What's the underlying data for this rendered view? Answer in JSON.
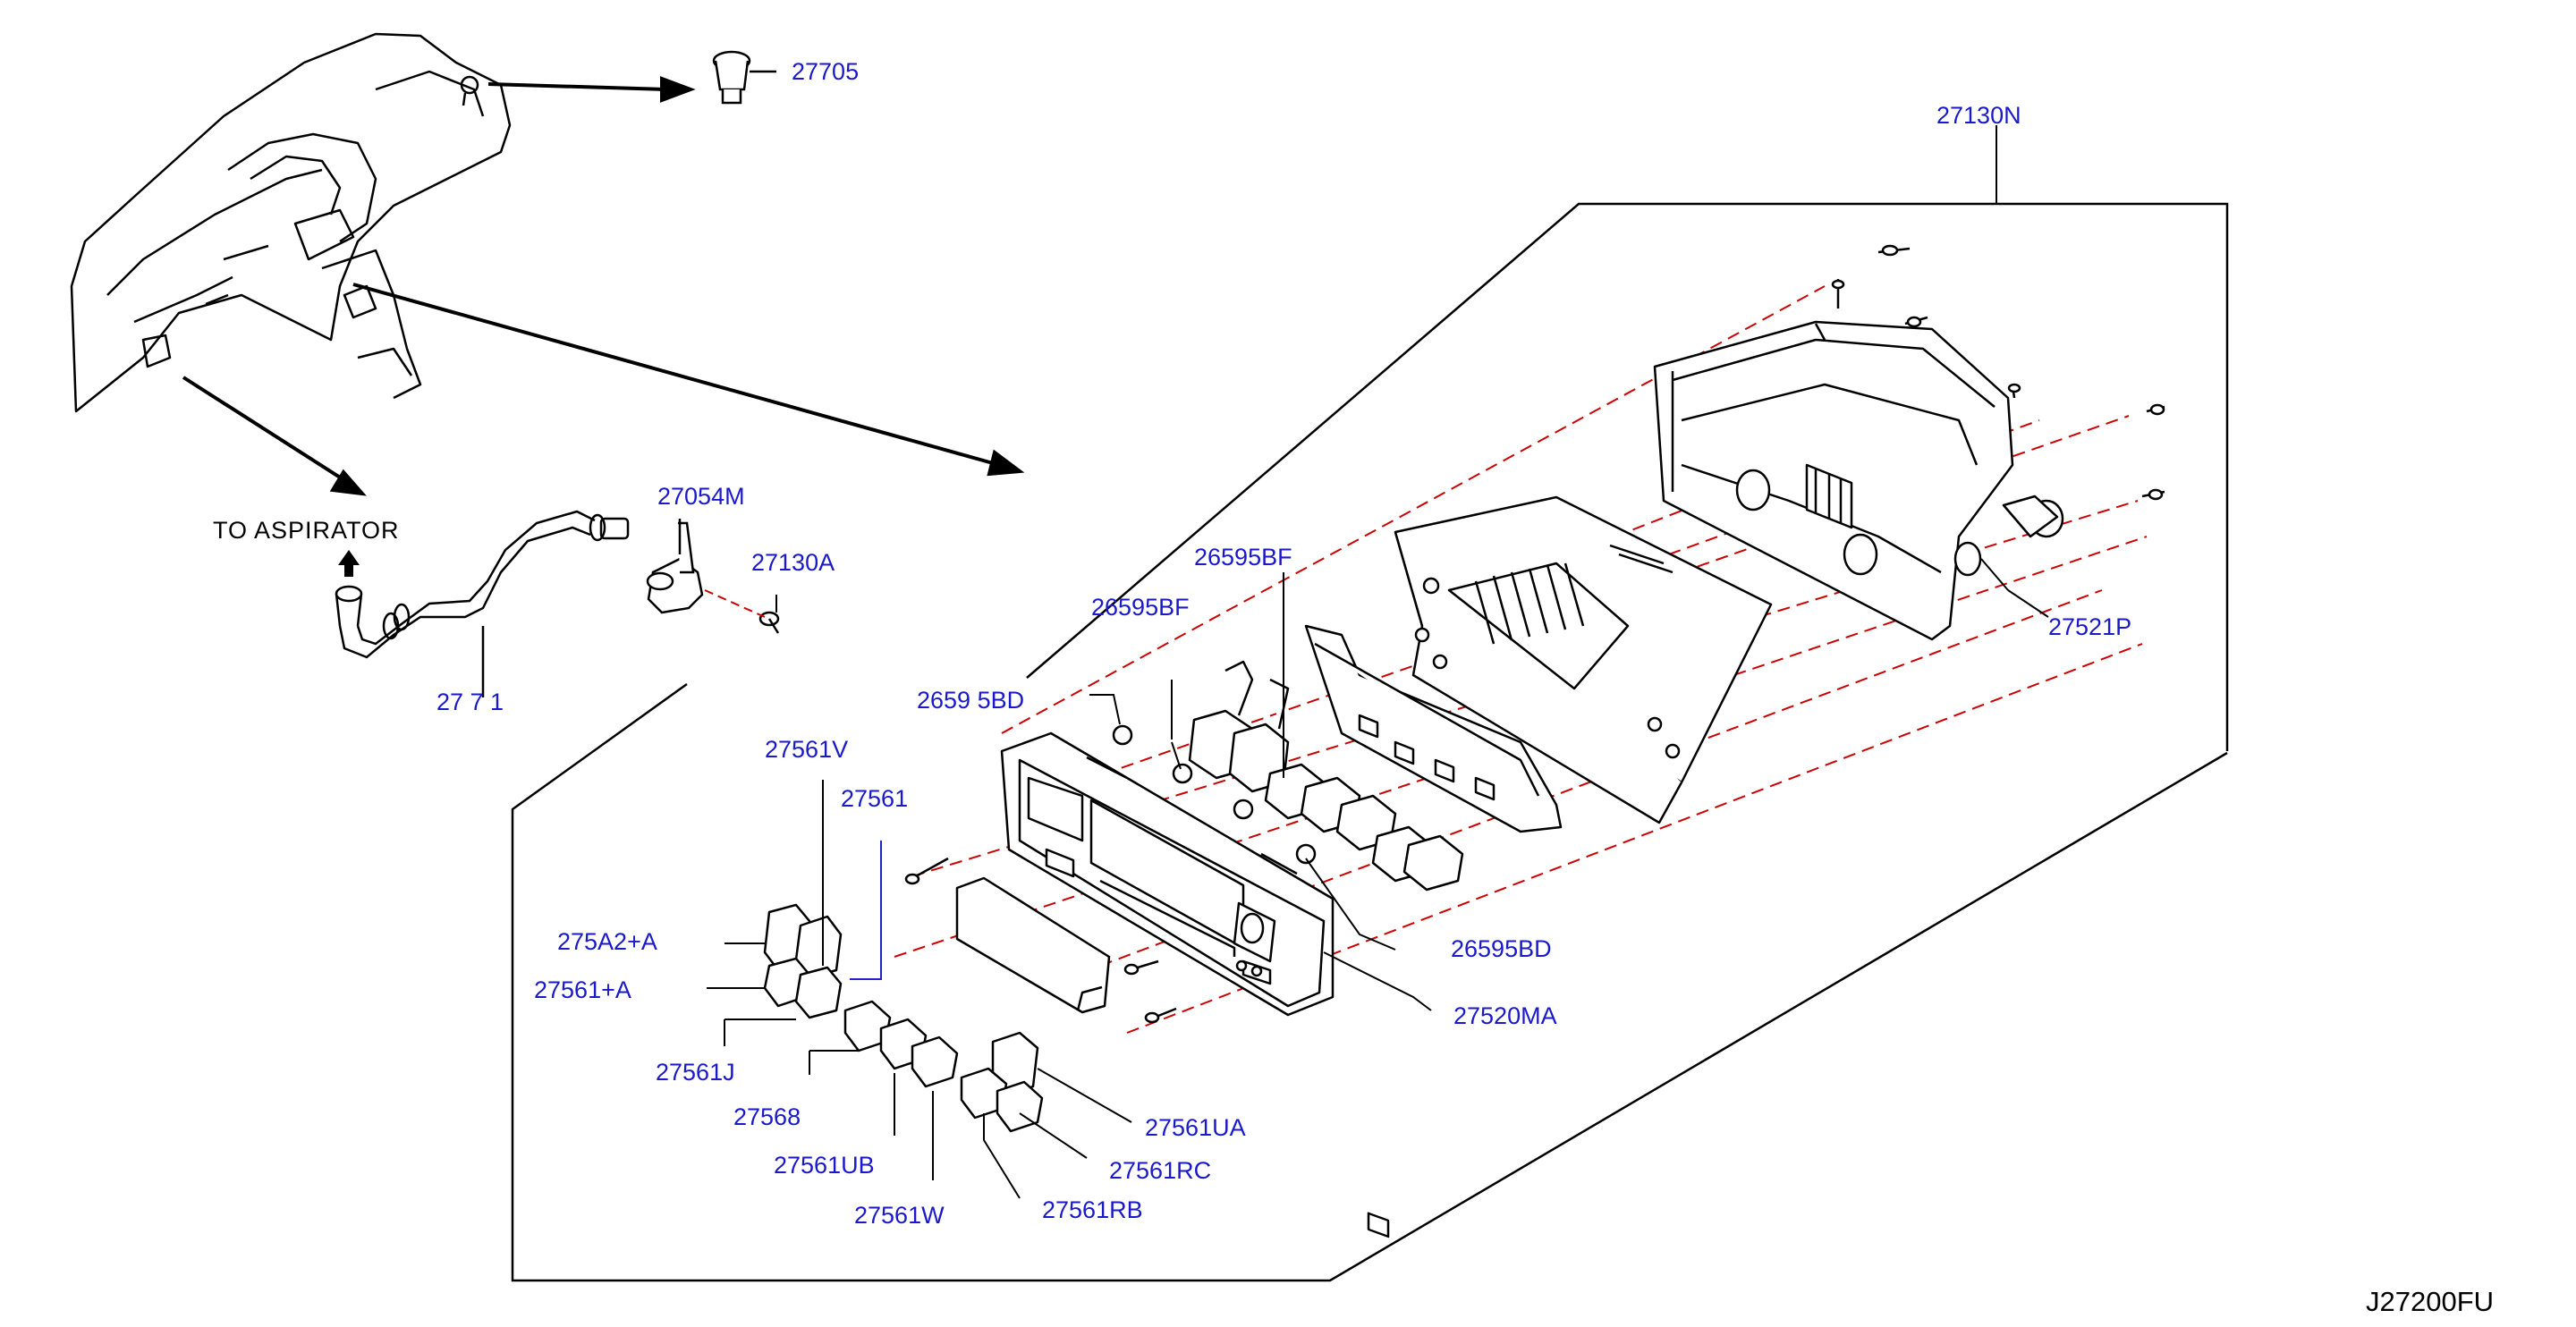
{
  "diagram": {
    "code": "J27200FU",
    "note": "TO  ASPIRATOR",
    "part_labels": [
      "27705",
      "27130N",
      "27054M",
      "27130A",
      "27521P",
      "26595BF",
      "26595BF",
      "2659 5BD",
      "27561V",
      "27561",
      "275A2+A",
      "27561+A",
      "27561J",
      "27568",
      "27561UB",
      "27561W",
      "27561UA",
      "27561RC",
      "27561RB",
      "26595BD",
      "27520MA",
      "27 7 1"
    ]
  }
}
